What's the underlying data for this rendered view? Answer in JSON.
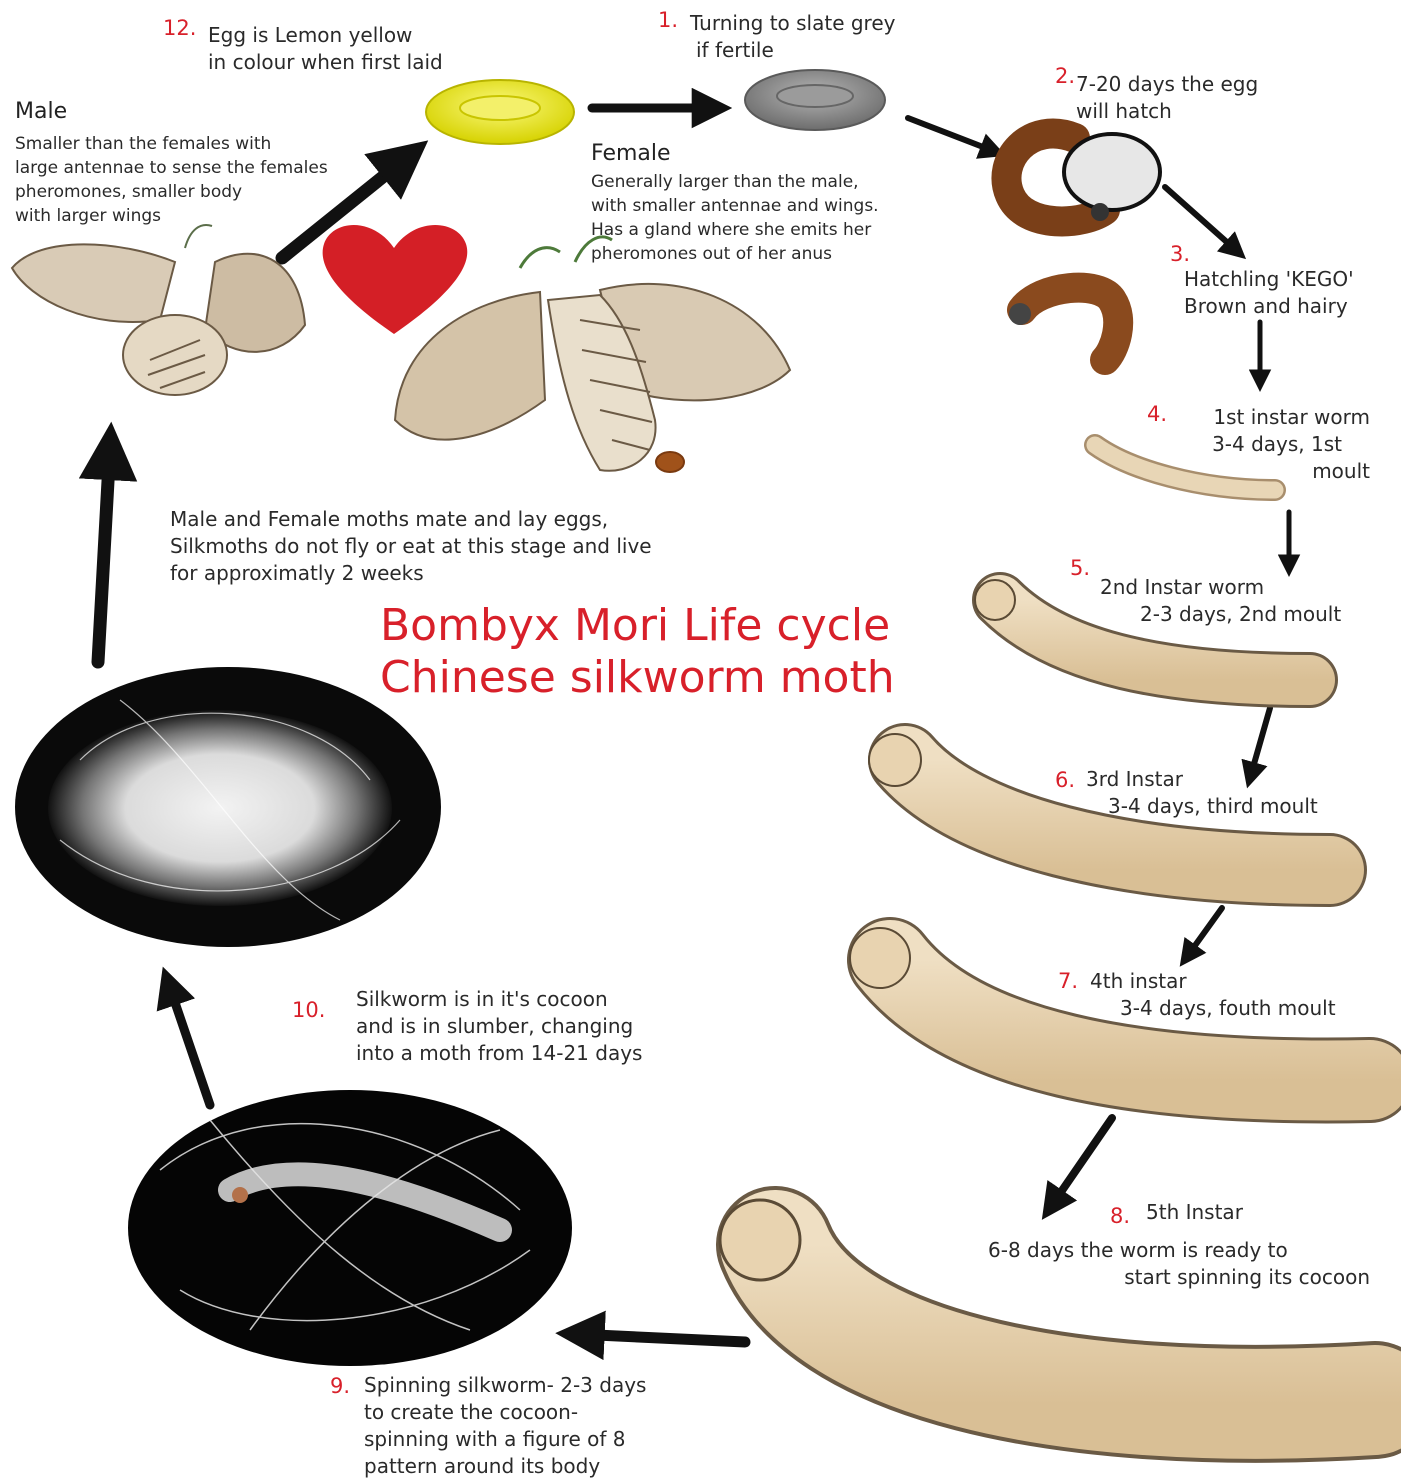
{
  "title": {
    "line1": "Bombyx Mori Life cycle",
    "line2": "Chinese silkworm moth"
  },
  "male": {
    "heading": "Male",
    "lines": [
      "Smaller than the females with",
      "large antennae to sense the females",
      "pheromones, smaller body",
      "with larger wings"
    ]
  },
  "female": {
    "heading": "Female",
    "lines": [
      "Generally larger than the male,",
      "with smaller antennae and wings.",
      "Has a gland where she emits her",
      "pheromones out of her anus"
    ]
  },
  "mating": {
    "lines": [
      "Male and Female moths mate and lay eggs,",
      "Silkmoths do not fly or eat at this stage and live",
      "for approximatly 2 weeks"
    ]
  },
  "stages": [
    {
      "num": "1.",
      "lines": [
        "Turning to slate grey",
        "if fertile"
      ]
    },
    {
      "num": "2.",
      "lines": [
        "7-20 days the egg",
        "will hatch"
      ]
    },
    {
      "num": "3.",
      "lines": [
        "Hatchling 'KEGO'",
        "Brown and hairy"
      ]
    },
    {
      "num": "4.",
      "lines": [
        "1st instar worm",
        "3-4 days, 1st",
        "moult"
      ]
    },
    {
      "num": "5.",
      "lines": [
        "2nd Instar worm",
        "2-3 days, 2nd moult"
      ]
    },
    {
      "num": "6.",
      "lines": [
        "3rd Instar",
        "3-4 days, third moult"
      ]
    },
    {
      "num": "7.",
      "lines": [
        "4th instar",
        "3-4 days, fouth moult"
      ]
    },
    {
      "num": "8.",
      "lines": [
        "5th Instar",
        "6-8 days the worm is ready to",
        "start spinning its cocoon"
      ]
    },
    {
      "num": "9.",
      "lines": [
        "Spinning silkworm- 2-3 days",
        "to create the cocoon-",
        "spinning with a figure of 8",
        "pattern around its body"
      ]
    },
    {
      "num": "10.",
      "lines": [
        "Silkworm is in it's cocoon",
        "and is in slumber, changing",
        "into a moth from 14-21 days"
      ]
    },
    {
      "num": "12.",
      "lines": [
        "Egg is Lemon yellow",
        "in colour when first laid"
      ]
    }
  ],
  "colors": {
    "accent_red": "#d8202a",
    "egg_yellow": "#e6e21a",
    "egg_grey": "#8a8a8a",
    "larva_tan": "#e8d3b0",
    "hatchling_brown": "#8a4a1e",
    "cocoon_bg": "#0a0a0a",
    "arrow": "#111111",
    "moth_tan": "#c9b7a0"
  },
  "icons": [
    "heart-icon",
    "arrow-icon",
    "egg-icon",
    "larva-icon",
    "moth-icon",
    "cocoon-icon"
  ]
}
